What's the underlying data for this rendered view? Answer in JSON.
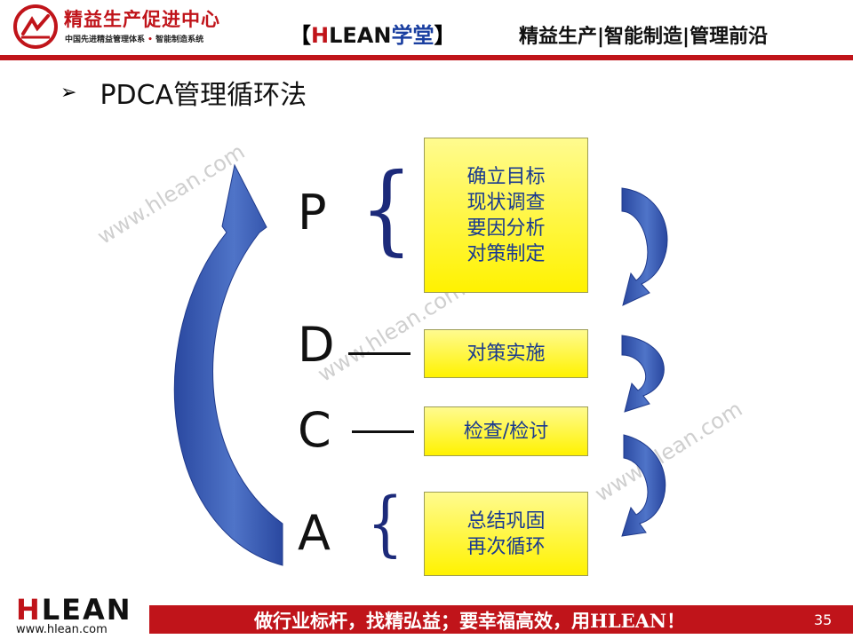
{
  "header": {
    "org_name": "精益生产促进中心",
    "org_sub_left": "中国先进精益管理体系",
    "org_sub_dot": "•",
    "org_sub_right": "智能制造系统",
    "brand_open": "【",
    "brand_h": "H",
    "brand_lean": "LEAN",
    "brand_school": "学堂",
    "brand_close": "】",
    "tagline": "精益生产|智能制造|管理前沿"
  },
  "title": {
    "bullet": "➢",
    "text": "PDCA管理循环法"
  },
  "watermark": {
    "text": "www.hlean.com"
  },
  "diagram": {
    "stages": [
      {
        "letter": "P",
        "items": [
          "确立目标",
          "现状调查",
          "要因分析",
          "对策制定"
        ]
      },
      {
        "letter": "D",
        "items": [
          "对策实施"
        ]
      },
      {
        "letter": "C",
        "items": [
          "检查/检讨"
        ]
      },
      {
        "letter": "A",
        "items": [
          "总结巩固",
          "再次循环"
        ]
      }
    ],
    "brace_char": "{"
  },
  "footer": {
    "logo_h": "H",
    "logo_rest": "LEAN",
    "url": "www.hlean.com",
    "slogan": "做行业标杆，找精弘益；要幸福高效，用HLEAN！",
    "page_number": "35"
  },
  "colors": {
    "accent_red": "#c0141a",
    "box_yellow": "#fff200",
    "arrow_blue": "#2d4fa8",
    "text_blue": "#1a3a8f"
  }
}
